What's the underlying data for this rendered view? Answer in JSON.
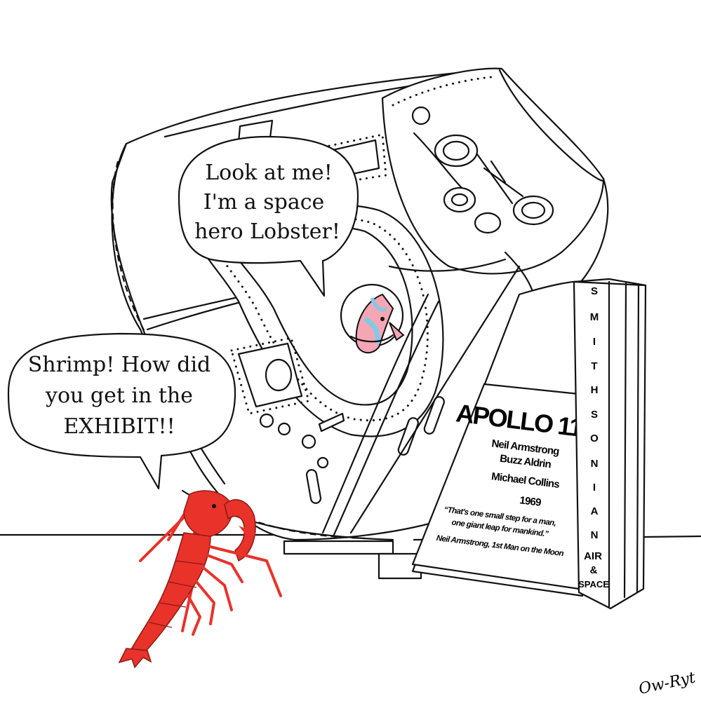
{
  "speech": {
    "shrimp": [
      "Look at me!",
      "I'm a space",
      "hero Lobster!"
    ],
    "lobster": [
      "Shrimp! How did",
      "you get in the",
      "EXHIBIT!!"
    ]
  },
  "plaque": {
    "title": "APOLLO 11",
    "crew": [
      "Neil Armstrong",
      "Buzz Aldrin",
      "Michael Collins"
    ],
    "year": "1969",
    "quote": [
      "“That's one small step for a man,",
      "one giant leap for mankind.”"
    ],
    "attribution": "Neil Armstrong, 1st Man on the Moon"
  },
  "side_panel": {
    "letters": [
      "S",
      "M",
      "I",
      "T",
      "H",
      "S",
      "O",
      "N",
      "I",
      "A",
      "N"
    ],
    "air": "AIR",
    "amp": "&",
    "space": "SPACE"
  },
  "signature": "Ow-Ryt",
  "colors": {
    "lobster": "#e8322a",
    "shrimp_pink": "#f4a6b4",
    "shrimp_blue": "#7ecbe8",
    "line": "#111111"
  }
}
